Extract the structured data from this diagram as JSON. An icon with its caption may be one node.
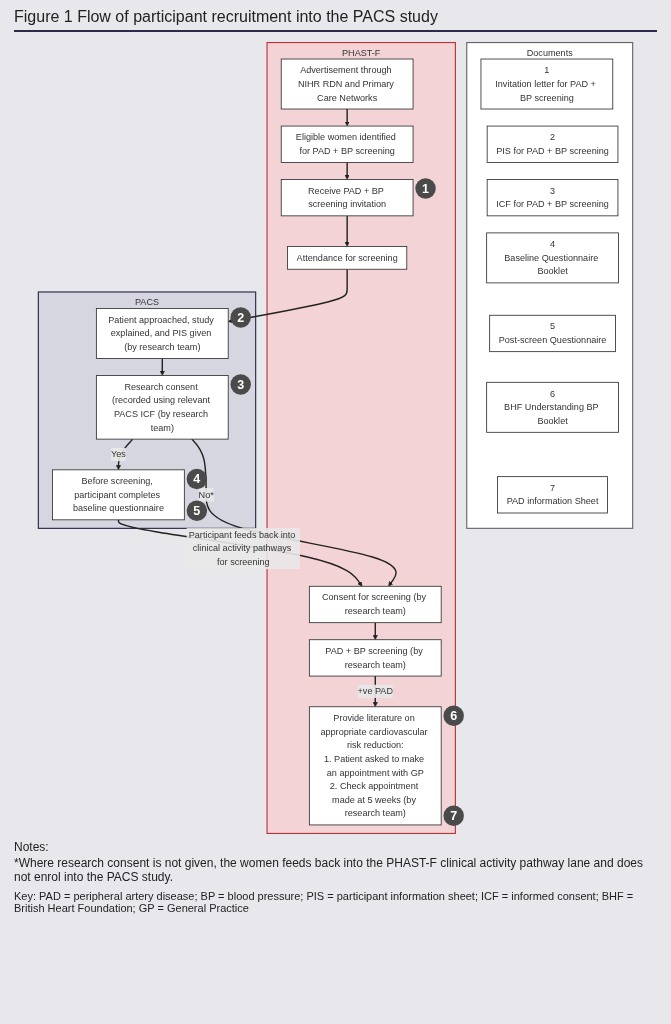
{
  "diagram": {
    "title": "Figure 1 Flow of participant recruitment into the PACS study",
    "caption": "Key: PAD = peripheral artery disease; BP = blood pressure; PIS = participant information sheet; ICF = informed consent; BHF = British Heart Foundation; GP = General Practice",
    "nodes": [
      {
        "text": [
          "Documents"
        ]
      },
      {
        "text": [
          "1",
          "Invitation letter for PAD + BP screening"
        ],
        "in": 0
      },
      {
        "text": [
          "2",
          "PIS for PAD + BP screening"
        ],
        "in": 0
      },
      {
        "text": [
          "3",
          "ICF for PAD + BP screening"
        ],
        "in": 0
      },
      {
        "text": [
          "4",
          "Baseline Questionnaire Booklet"
        ],
        "in": 0
      },
      {
        "text": [
          "5",
          "Post-screen Questionnaire"
        ],
        "in": 0
      },
      {
        "text": [
          "6",
          "BHF Understanding BP Booklet"
        ],
        "in": 0
      },
      {
        "text": [
          "7",
          "PAD information Sheet"
        ],
        "in": 0
      },
      {
        "text": [
          "PHAST-F"
        ]
      },
      {
        "text": [
          "Advertisement through NIHR RDN and Primary Care Networks"
        ],
        "in": 8
      },
      {
        "text": [
          "Eligible women identified for PAD + BP screening"
        ],
        "in": 8
      },
      {
        "text": [
          "Receive PAD + BP screening invitation"
        ],
        "in": 8,
        "beside": [
          "1"
        ]
      },
      {
        "text": [
          "Attendance for screening"
        ],
        "in": 8
      },
      {
        "text": [
          "Consent for screening (by research team)"
        ],
        "in": 8
      },
      {
        "text": [
          "PAD + BP screening (by research team)"
        ],
        "in": 8
      },
      {
        "text": [
          "Provide literature on appropriate cardiovascular risk reduction:",
          "1. Patient asked to make an appointment with GP",
          "2. Check appointment made at 5 weeks (by research team)"
        ],
        "in": 8,
        "beside": [
          "6",
          "7"
        ]
      },
      {
        "text": [
          "PACS"
        ]
      },
      {
        "text": [
          "Patient approached, study explained, and PIS given (by research team)"
        ],
        "in": 16,
        "beside": [
          "2"
        ]
      },
      {
        "text": [
          "Research consent (recorded using relevant PACS ICF (by research team)"
        ],
        "in": 16,
        "beside": [
          "3"
        ]
      },
      {
        "text": [
          "Before screening, participant completes baseline questionnaire"
        ],
        "in": 16,
        "beside": [
          "4",
          "5"
        ]
      }
    ],
    "edges": [
      {
        "from": 9,
        "to": 10,
        "arrow": "to"
      },
      {
        "from": 10,
        "to": 11,
        "arrow": "to"
      },
      {
        "from": 11,
        "to": 12,
        "arrow": "to"
      },
      {
        "from": 12,
        "to": 17,
        "arrow": "to"
      },
      {
        "from": 17,
        "to": 18,
        "arrow": "to"
      },
      {
        "from": 18,
        "to": 13,
        "arrow": "to",
        "label": "No*"
      },
      {
        "from": 18,
        "to": 19,
        "arrow": "to",
        "label": "Yes"
      },
      {
        "from": 19,
        "to": 13,
        "arrow": "to",
        "label": "Participant feeds back into clinical activity pathways for screening"
      },
      {
        "from": 13,
        "to": 14,
        "arrow": "to"
      },
      {
        "from": 14,
        "to": 15,
        "arrow": "to",
        "label": "+ve PAD"
      }
    ],
    "labels": [
      "Notes:",
      "*Where research consent is not given, the women feeds back into the PHAST-F clinical activity pathway lane and does not enrol into the PACS study."
    ]
  }
}
